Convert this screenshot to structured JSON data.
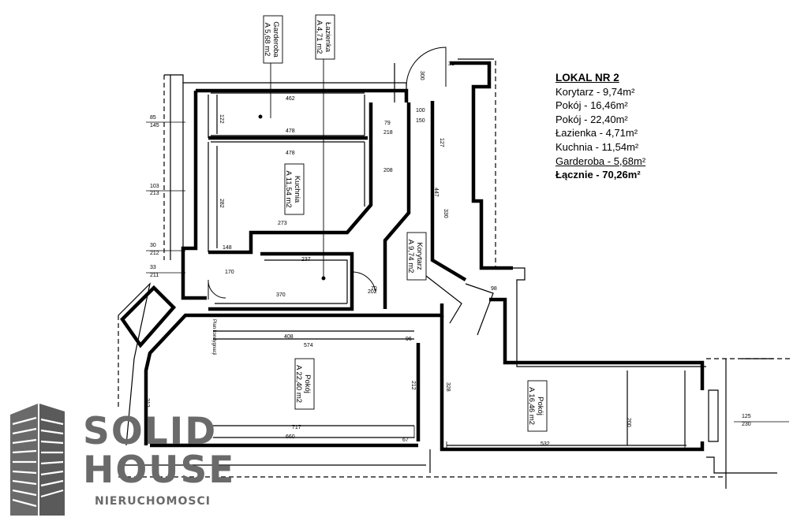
{
  "legend": {
    "title": "LOKAL NR 2",
    "items": [
      {
        "text": "Korytarz - 9,74m²"
      },
      {
        "text": "Pokój - 16,46m²"
      },
      {
        "text": "Pokój - 22,40m²"
      },
      {
        "text": "Łazienka - 4,71m²"
      },
      {
        "text": "Kuchnia - 11,54m²"
      },
      {
        "text": "Garderoba - 5,68m²"
      }
    ],
    "total": "Łącznie - 70,26m²"
  },
  "rooms": {
    "garderoba": {
      "name": "Garderoba",
      "area": "A 5,68 m2"
    },
    "lazienka": {
      "name": "Łazienka",
      "area": "A 4,71 m2"
    },
    "kuchnia": {
      "name": "Kuchnia",
      "area": "A 11,54 m2"
    },
    "korytarz": {
      "name": "Korytarz",
      "area": "A 9,74 m2"
    },
    "pokoj_large": {
      "name": "Pokój",
      "area": "A 22,40 m2"
    },
    "pokoj_small": {
      "name": "Pokój",
      "area": "A 16,46 m2"
    }
  },
  "dimensions": {
    "d462": "462",
    "d478a": "478",
    "d478b": "478",
    "d273": "273",
    "d237": "237",
    "d370": "370",
    "d148": "148",
    "d170": "170",
    "d408": "408",
    "d574": "574",
    "d717": "717",
    "d660": "660",
    "d532": "532",
    "d212a": "212",
    "d212b": "212",
    "d328": "328",
    "d447": "447",
    "d330": "330",
    "d100": "100",
    "d150": "150",
    "d85": "85",
    "d145": "145",
    "d103": "103",
    "d213": "213",
    "d30a": "30",
    "d212c": "212",
    "d33": "33",
    "d211": "211",
    "d125": "125",
    "d230": "230",
    "d200": "200",
    "d218": "218",
    "d208": "208",
    "d202": "202",
    "d70": "70",
    "d96": "96",
    "d67": "67",
    "d98": "98",
    "d79": "79",
    "d127": "127",
    "d282": "282",
    "d122": "122",
    "d300": "300",
    "d31": "31"
  },
  "notes": {
    "plan_note": "Plan kondygnacji"
  },
  "brand": {
    "line1": "SOLID",
    "line2": "HOUSE",
    "line3": "NIERUCHOMOSCI"
  }
}
